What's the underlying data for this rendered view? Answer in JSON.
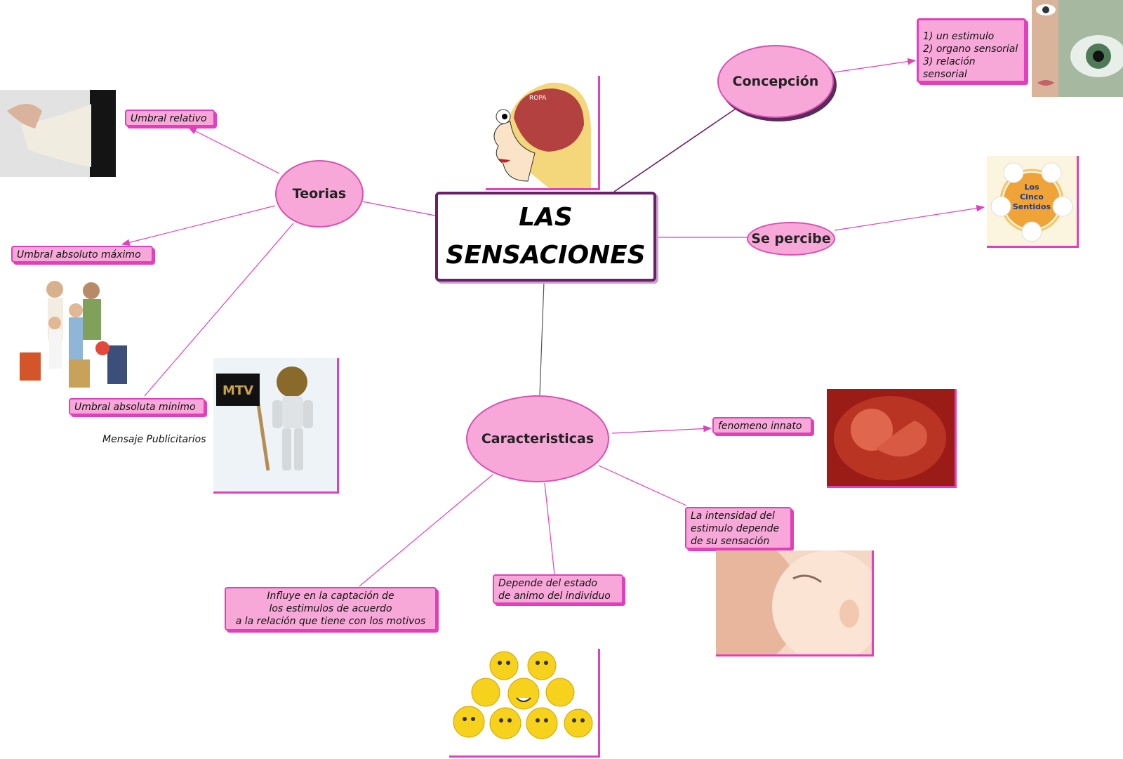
{
  "center": {
    "title": "LAS\nSENSACIONES"
  },
  "nodes": {
    "concepcion": "Concepción",
    "se_percibe": "Se percibe",
    "teorias": "Teorias",
    "caracteristicas": "Caracteristicas"
  },
  "boxes": {
    "estimulo_list": "1) un estimulo\n2) organo sensorial\n3) relación sensorial",
    "umbral_relativo": "Umbral relativo",
    "umbral_absoluto_maximo": "Umbral absoluto máximo",
    "umbral_absoluta_minimo": "Umbral absoluta minimo",
    "fenomeno_innato": "fenomeno innato",
    "intensidad": "La intensidad del\nestimulo depende\nde su sensación",
    "depende_estado": "Depende del estado\n de animo del individuo",
    "influye": "Influye en la captación de\nlos estimulos de acuerdo\na la relación que tiene con los motivos"
  },
  "labels": {
    "mensaje_publicitario": "Mensaje Publicitarios",
    "los_cinco_sentidos": "Los\nCinco\nSentidos",
    "ropa": "ROPA",
    "mtv": "MTV"
  },
  "colors": {
    "pink_fill": "#f7a8d8",
    "pink_border": "#e23fbe",
    "dark_purple": "#6b1f6b",
    "link_pink": "#e23fbe"
  }
}
